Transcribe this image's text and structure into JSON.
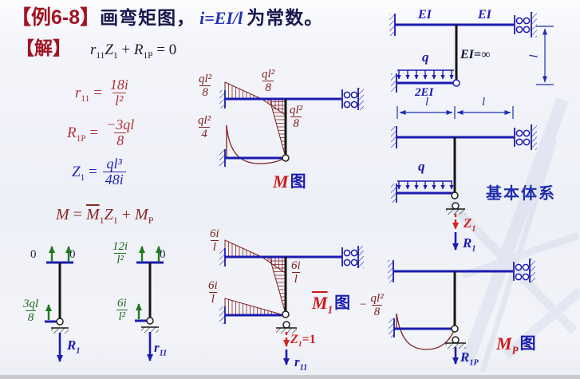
{
  "header": {
    "tag": "【例6-8】",
    "title_plain": "画弯矩图，",
    "title_math": "i=EI/l",
    "title_tail": "为常数。"
  },
  "solution": {
    "tag": "【解】",
    "equation": [
      [
        "r",
        "i"
      ],
      [
        "11",
        "sub"
      ],
      [
        "Z",
        "i"
      ],
      [
        "1",
        "sub"
      ],
      [
        " + ",
        "n"
      ],
      [
        "R",
        "i"
      ],
      [
        "1P",
        "sub"
      ],
      [
        " = 0",
        "n"
      ]
    ]
  },
  "equations": {
    "r11": {
      "lhs": [
        [
          "r",
          "i"
        ],
        [
          "11",
          "sub"
        ],
        [
          " =",
          "n"
        ]
      ],
      "num": "18i",
      "den": "l²"
    },
    "R1P": {
      "lhs": [
        [
          "R",
          "i"
        ],
        [
          "1P",
          "sub"
        ],
        [
          " =",
          "n"
        ]
      ],
      "num": "−3ql",
      "den": "8"
    },
    "Z1": {
      "lhs": [
        [
          "Z",
          "i"
        ],
        [
          "1",
          "sub"
        ],
        [
          " =",
          "n"
        ]
      ],
      "num": "ql³",
      "den": "48i"
    },
    "superposition": [
      [
        "M",
        "i"
      ],
      [
        " = ",
        "n"
      ],
      [
        "M",
        "over"
      ],
      [
        "1",
        "sub"
      ],
      [
        "Z",
        "i"
      ],
      [
        "1",
        "sub"
      ],
      [
        " + ",
        "n"
      ],
      [
        "M",
        "i"
      ],
      [
        "P",
        "sub"
      ]
    ]
  },
  "structure": {
    "ei_left": "EI",
    "ei_right": "EI",
    "rigid": "EI=∞",
    "load": "q",
    "lower_stiffness": "2EI",
    "span_left": "l",
    "span_right": "l",
    "height": "l"
  },
  "basic_system": {
    "load": "q",
    "caption": "基本体系",
    "z": [
      [
        "Z",
        "i"
      ],
      [
        "1",
        "sub"
      ]
    ],
    "r": [
      [
        "R",
        "i"
      ],
      [
        "1",
        "sub"
      ]
    ]
  },
  "m_diagram": {
    "title": [
      [
        "M",
        "i"
      ]
    ],
    "title_suffix": "图",
    "labels": {
      "top_left": {
        "num": "ql²",
        "den": "8"
      },
      "top_mid": {
        "num": "ql²",
        "den": "8"
      },
      "column": {
        "num": "ql²",
        "den": "8"
      },
      "lower_left": {
        "num": "ql²",
        "den": "4"
      }
    }
  },
  "m1_diagram": {
    "title": [
      [
        "M",
        "over"
      ],
      [
        "1",
        "sub"
      ]
    ],
    "title_suffix": "图",
    "labels": {
      "top_left": {
        "num": "6i",
        "den": "l"
      },
      "column": {
        "num": "6i",
        "den": "l"
      },
      "lower_left": {
        "num": "6i",
        "den": "l"
      }
    },
    "unit_displacement": [
      [
        "Z",
        "i"
      ],
      [
        "1",
        "sub"
      ],
      [
        "=1",
        "n"
      ]
    ],
    "reaction": [
      [
        "r",
        "i"
      ],
      [
        "11",
        "sub"
      ]
    ]
  },
  "mp_diagram": {
    "title": [
      [
        "M",
        "i"
      ],
      [
        "P",
        "sub"
      ]
    ],
    "title_suffix": "图",
    "label_minus": "−",
    "label": {
      "num": "ql²",
      "den": "8"
    },
    "reaction": [
      [
        "R",
        "i"
      ],
      [
        "1P",
        "sub"
      ]
    ]
  },
  "left_member": {
    "zero_left": "0",
    "zero_right": "0",
    "bottom": {
      "num": "3ql",
      "den": "8"
    },
    "reaction": [
      [
        "R",
        "i"
      ],
      [
        "1",
        "sub"
      ]
    ]
  },
  "right_member": {
    "top": {
      "num": "12i",
      "den": "l²"
    },
    "zero": "0",
    "bottom": {
      "num": "6i",
      "den": "l²"
    },
    "reaction": [
      [
        "r",
        "i"
      ],
      [
        "11",
        "sub"
      ]
    ]
  },
  "colors": {
    "accent_red": "#a01622",
    "title_navy": "#18184f",
    "member_blue": "#1b1bb0",
    "member_black": "#161616",
    "moment_hatch_red": "#7d2020",
    "equation_red": "#b23333",
    "equation_blue": "#2424b4",
    "equation_maroon": "#8a2525",
    "force_green": "#1e6b1e",
    "unit_force_red": "#d42222",
    "caption_blue": "#1f2fb0",
    "background": "#f2f3f9"
  }
}
